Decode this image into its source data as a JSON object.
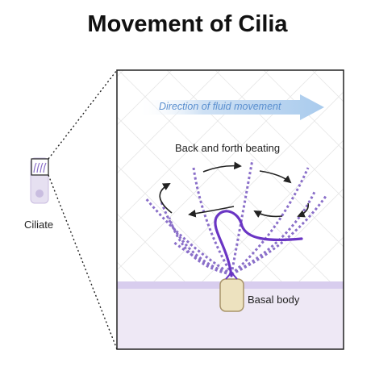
{
  "title": "Movement of Cilia",
  "labels": {
    "ciliate": "Ciliate",
    "direction": "Direction of fluid movement",
    "beating": "Back and forth beating",
    "basal_body": "Basal body"
  },
  "colors": {
    "cilia_purple": "#8a6fc9",
    "active_cilium": "#6a35c4",
    "cell_fill": "#eee8f5",
    "membrane": "#d8cdee",
    "arrow_blue": "#a9cbed",
    "basal_fill": "#ede2bf",
    "basal_stroke": "#a8946a"
  },
  "icons": {
    "ciliate_cell": "ciliate-cell-icon",
    "direction_arrow": "direction-arrow-icon"
  }
}
